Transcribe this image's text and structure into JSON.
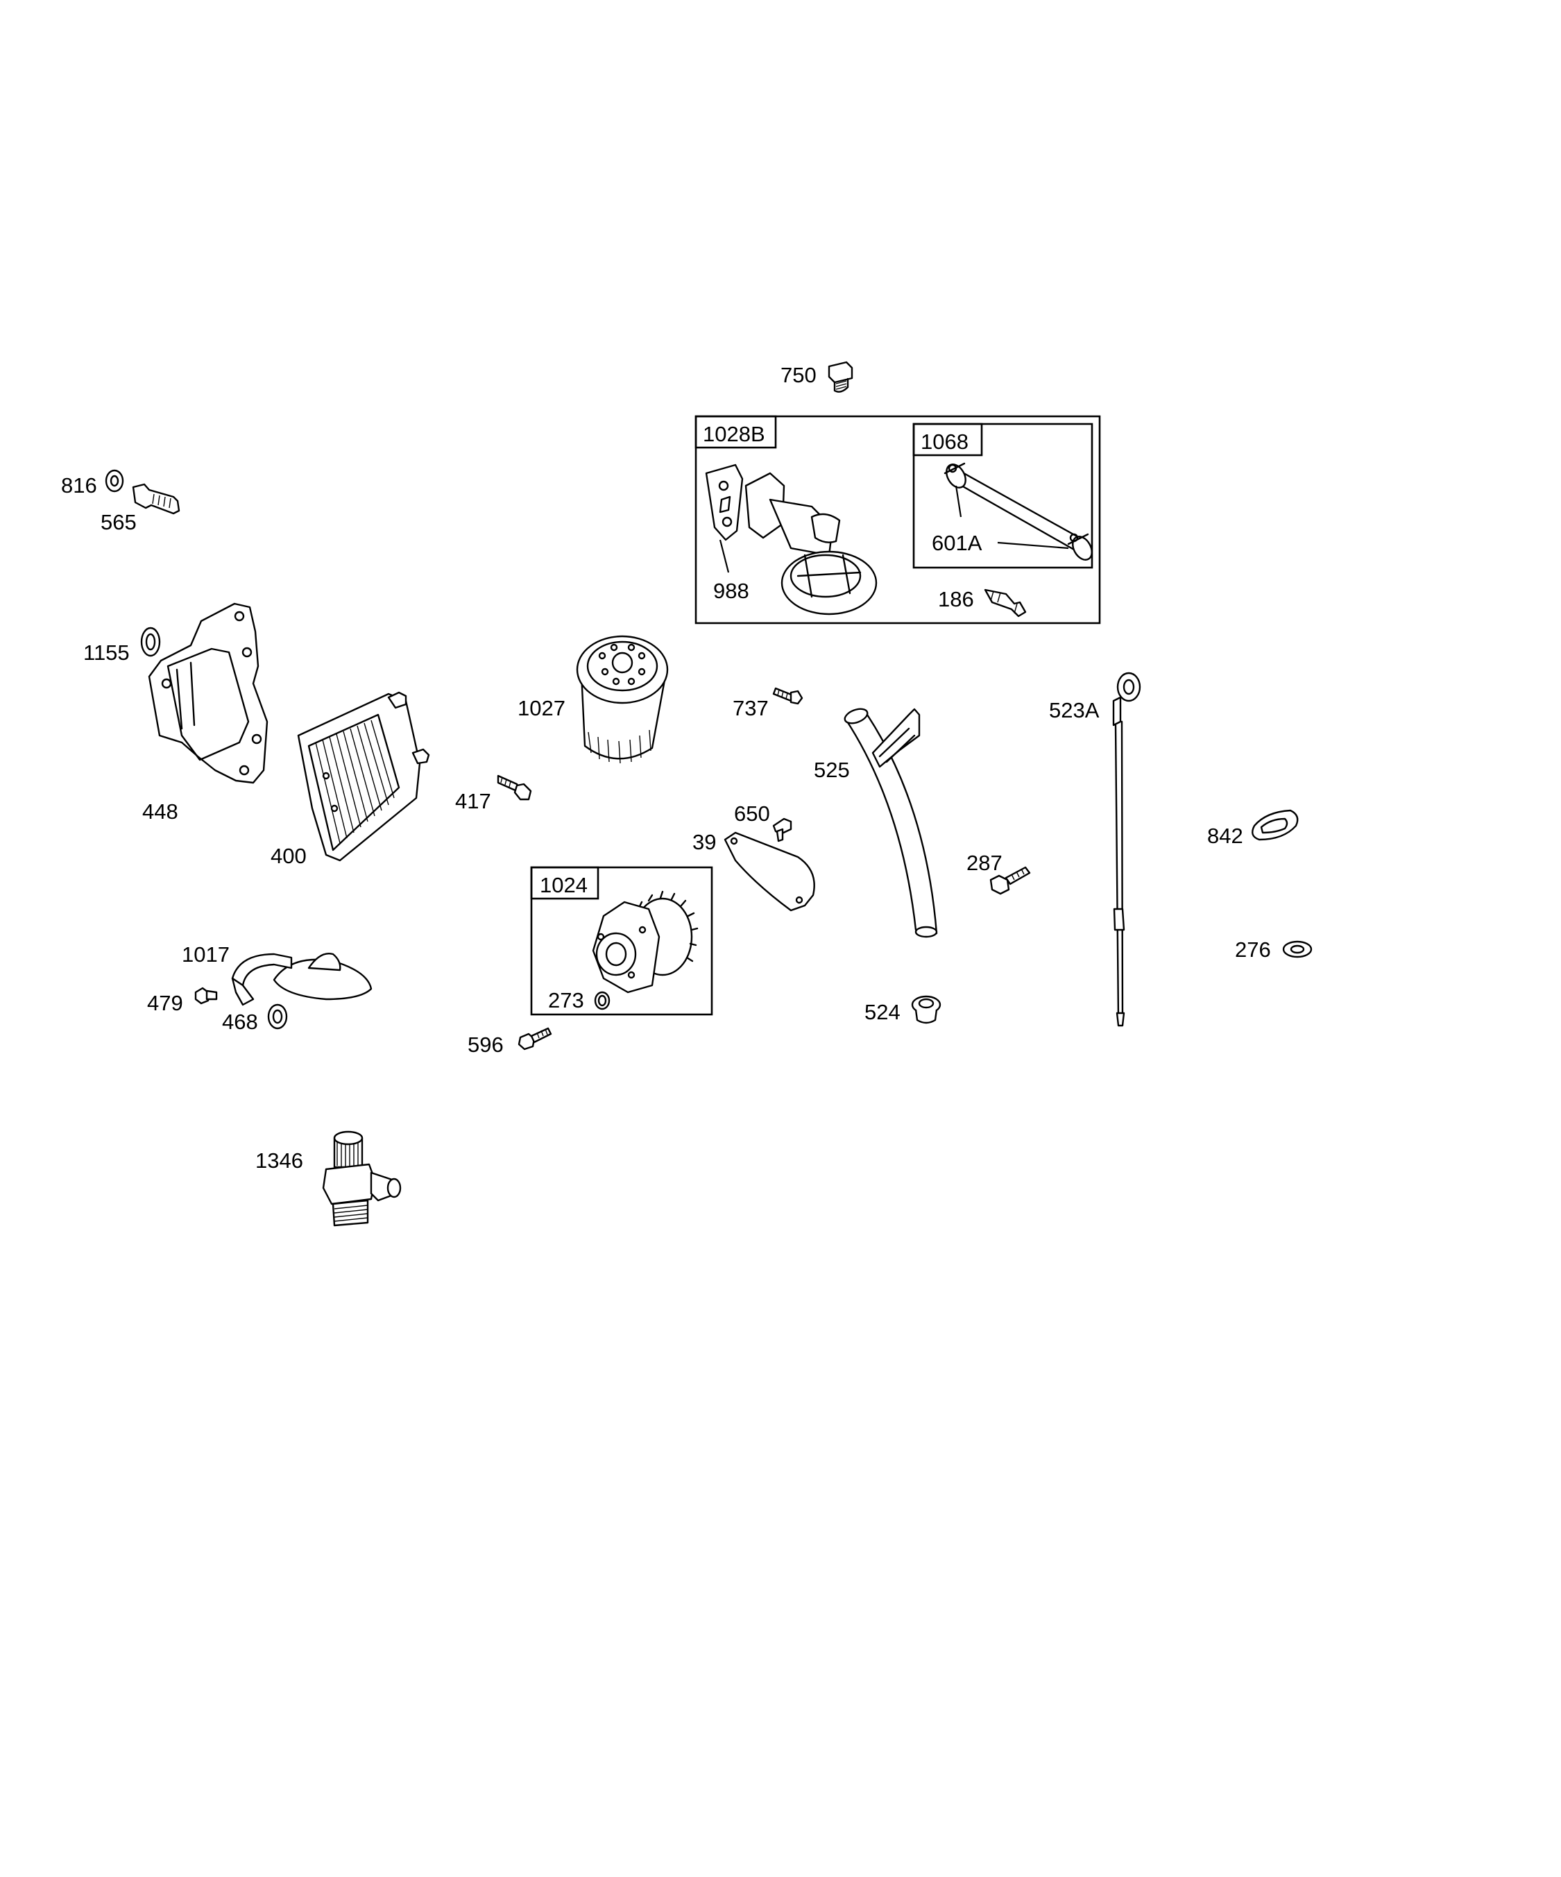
{
  "labels": {
    "p750": "750",
    "p1028B": "1028B",
    "p1068": "1068",
    "p601A": "601A",
    "p988": "988",
    "p186": "186",
    "p816": "816",
    "p565": "565",
    "p1155": "1155",
    "p448": "448",
    "p400": "400",
    "p1027": "1027",
    "p417": "417",
    "p737": "737",
    "p525": "525",
    "p523A": "523A",
    "p842": "842",
    "p650": "650",
    "p39": "39",
    "p1024": "1024",
    "p273": "273",
    "p287": "287",
    "p276": "276",
    "p524": "524",
    "p1017": "1017",
    "p479": "479",
    "p468": "468",
    "p596": "596",
    "p1346": "1346"
  }
}
